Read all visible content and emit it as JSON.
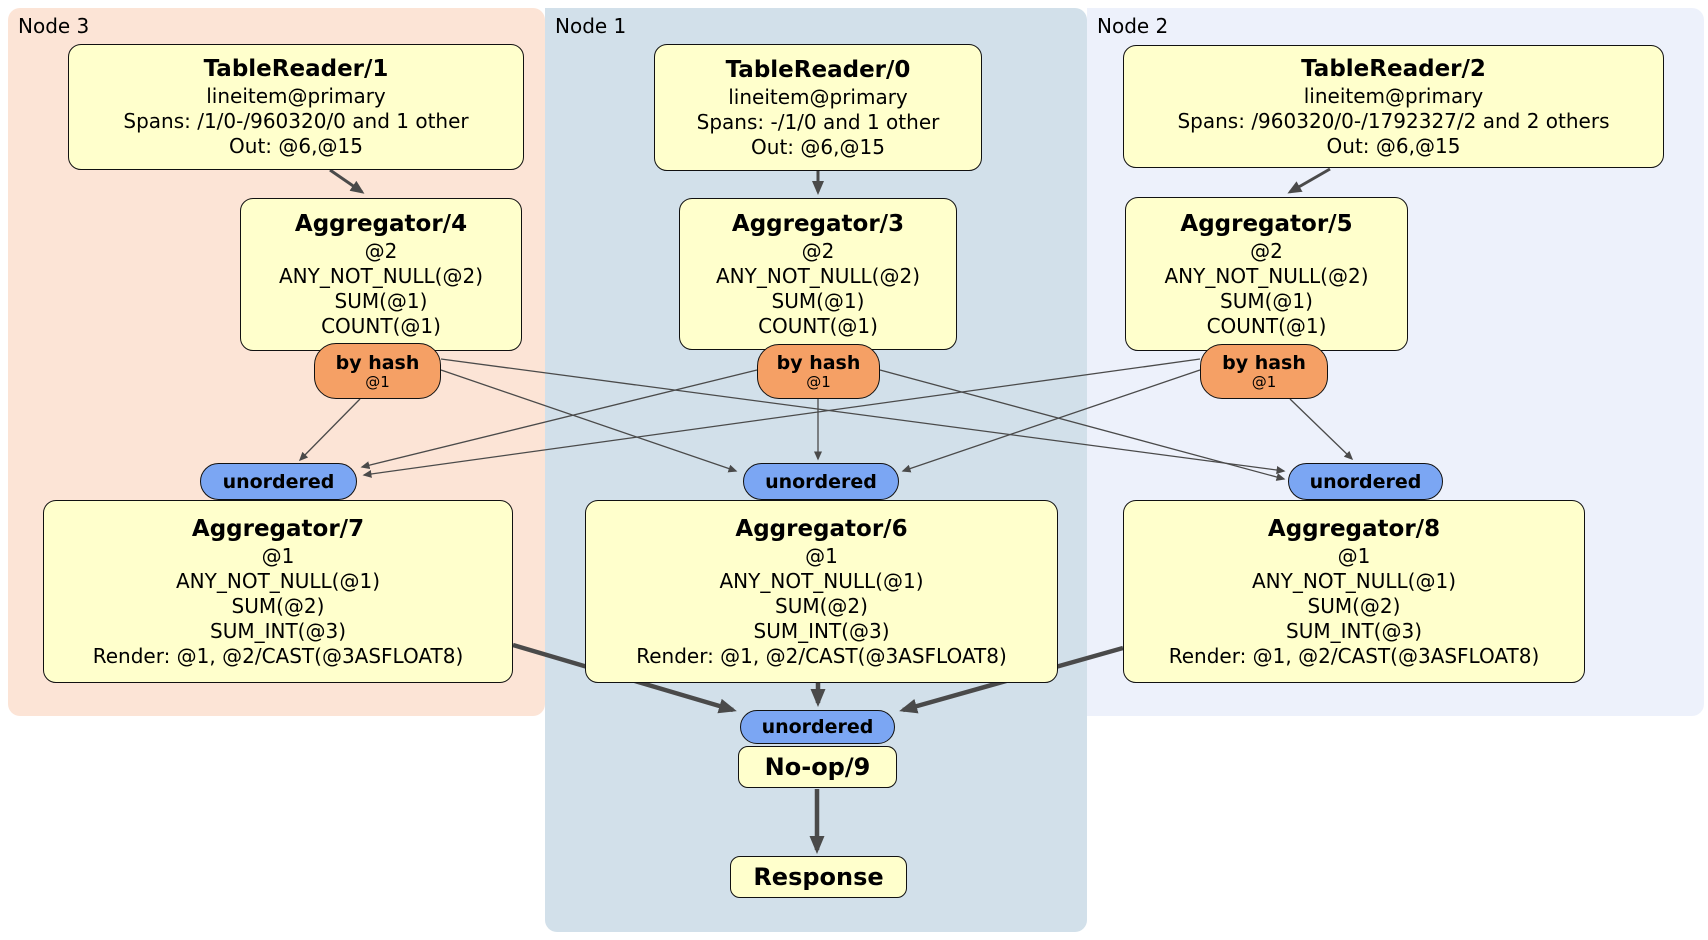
{
  "nodes": [
    {
      "label": "Node 3",
      "table_reader": {
        "title": "TableReader/1",
        "lines": [
          "lineitem@primary",
          "Spans: /1/0-/960320/0 and 1 other",
          "Out: @6,@15"
        ]
      },
      "aggregator_top": {
        "title": "Aggregator/4",
        "lines": [
          "@2",
          "ANY_NOT_NULL(@2)",
          "SUM(@1)",
          "COUNT(@1)"
        ]
      },
      "router": {
        "label": "by hash",
        "key": "@1"
      },
      "stream": {
        "label": "unordered"
      },
      "aggregator_bottom": {
        "title": "Aggregator/7",
        "lines": [
          "@1",
          "ANY_NOT_NULL(@1)",
          "SUM(@2)",
          "SUM_INT(@3)",
          "Render: @1, @2/CAST(@3ASFLOAT8)"
        ]
      }
    },
    {
      "label": "Node 1",
      "table_reader": {
        "title": "TableReader/0",
        "lines": [
          "lineitem@primary",
          "Spans: -/1/0 and 1 other",
          "Out: @6,@15"
        ]
      },
      "aggregator_top": {
        "title": "Aggregator/3",
        "lines": [
          "@2",
          "ANY_NOT_NULL(@2)",
          "SUM(@1)",
          "COUNT(@1)"
        ]
      },
      "router": {
        "label": "by hash",
        "key": "@1"
      },
      "stream": {
        "label": "unordered"
      },
      "aggregator_bottom": {
        "title": "Aggregator/6",
        "lines": [
          "@1",
          "ANY_NOT_NULL(@1)",
          "SUM(@2)",
          "SUM_INT(@3)",
          "Render: @1, @2/CAST(@3ASFLOAT8)"
        ]
      }
    },
    {
      "label": "Node 2",
      "table_reader": {
        "title": "TableReader/2",
        "lines": [
          "lineitem@primary",
          "Spans: /960320/0-/1792327/2 and 2 others",
          "Out: @6,@15"
        ]
      },
      "aggregator_top": {
        "title": "Aggregator/5",
        "lines": [
          "@2",
          "ANY_NOT_NULL(@2)",
          "SUM(@1)",
          "COUNT(@1)"
        ]
      },
      "router": {
        "label": "by hash",
        "key": "@1"
      },
      "stream": {
        "label": "unordered"
      },
      "aggregator_bottom": {
        "title": "Aggregator/8",
        "lines": [
          "@1",
          "ANY_NOT_NULL(@1)",
          "SUM(@2)",
          "SUM_INT(@3)",
          "Render: @1, @2/CAST(@3ASFLOAT8)"
        ]
      }
    }
  ],
  "final": {
    "stream": {
      "label": "unordered"
    },
    "noop_label": "No-op/9",
    "response_label": "Response"
  },
  "colors": {
    "node3_bg": "#fce4d6",
    "node1_bg": "#d2e0ea",
    "node2_bg": "#edf1fb",
    "box_bg": "#ffffcc",
    "router_bg": "#f5a065",
    "stream_bg": "#7ba6f3",
    "edge": "#4a4a4a"
  }
}
